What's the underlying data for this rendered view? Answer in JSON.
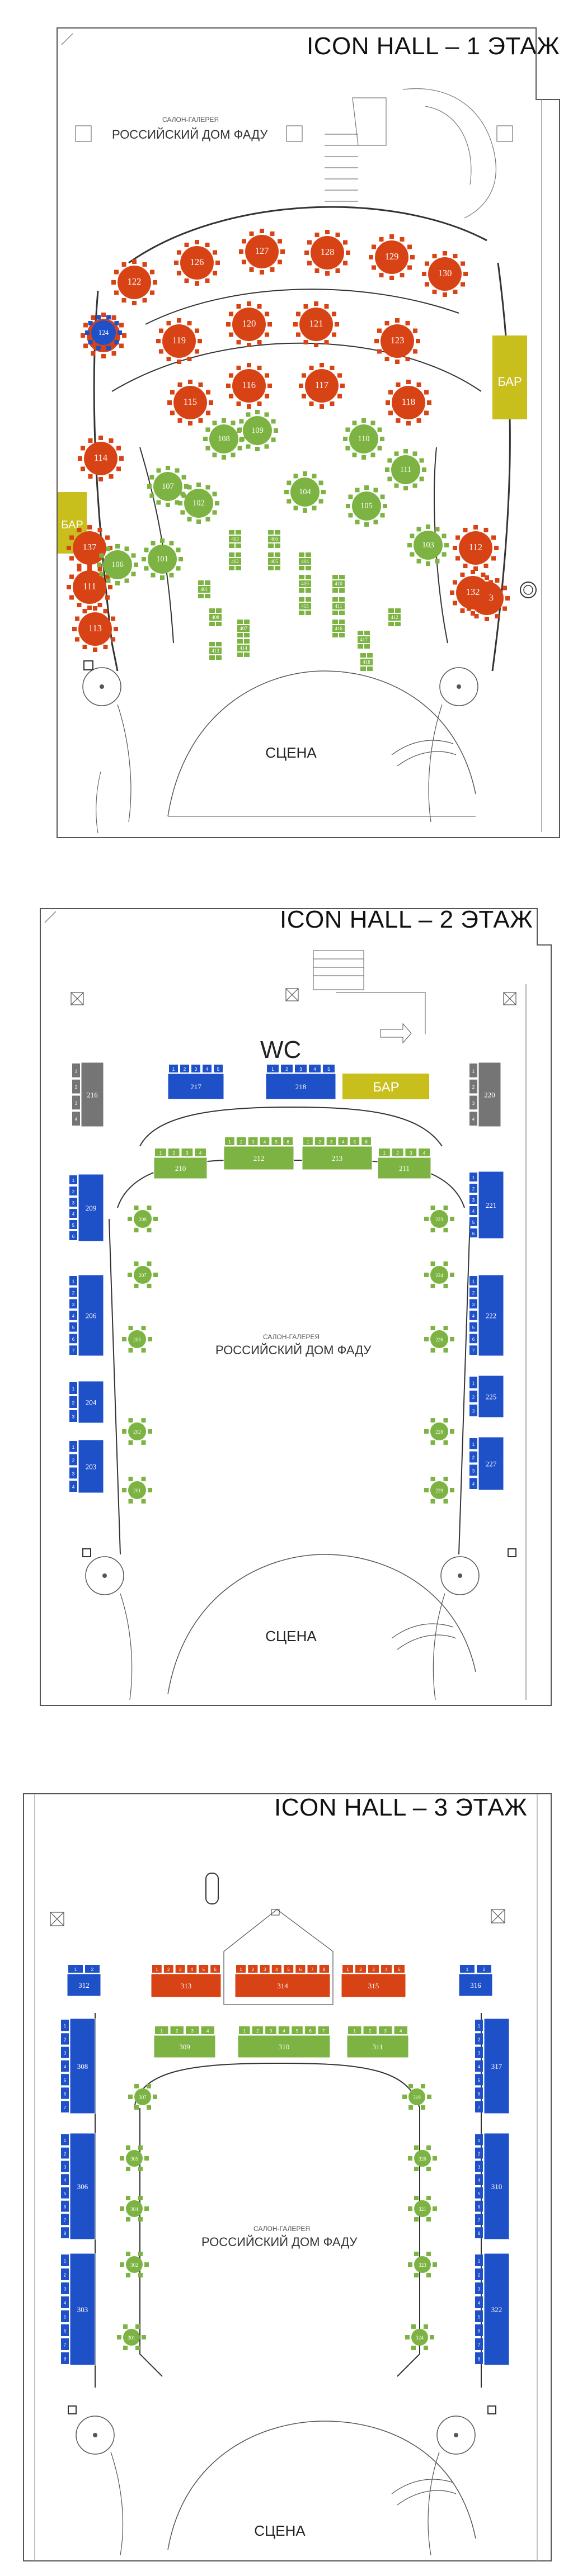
{
  "floors": [
    {
      "title": "ICON HALL – 1 ЭТАЖ",
      "stage": "СЦЕНА",
      "bar_labels": [
        "БАР",
        "БАР"
      ],
      "logo": {
        "small": "САЛОН-ГАЛЕРЕЯ",
        "main": "РОССИЙСКИЙ ДОМ ФАДУ"
      },
      "red_tables": [
        "122",
        "126",
        "127",
        "128",
        "129",
        "130",
        "119",
        "120",
        "121",
        "123",
        "124",
        "115",
        "116",
        "117",
        "118",
        "114",
        "112",
        "113",
        "111",
        "137",
        "132",
        "113"
      ],
      "blue_tables": [
        "124"
      ],
      "green_tables": [
        "108",
        "109",
        "110",
        "107",
        "104",
        "105",
        "106",
        "103",
        "102",
        "101",
        "111"
      ],
      "small_tables": [
        "403",
        "402",
        "401",
        "406",
        "405",
        "404",
        "409",
        "408",
        "407",
        "410",
        "411",
        "412",
        "413",
        "414",
        "415",
        "416",
        "417",
        "418"
      ]
    },
    {
      "title": "ICON HALL – 2 ЭТАЖ",
      "stage": "СЦЕНА",
      "wc": "WC",
      "bar": "БАР",
      "logo": {
        "small": "САЛОН-ГАЛЕРЕЯ",
        "main": "РОССИЙСКИЙ ДОМ ФАДУ"
      },
      "blue_boxes": [
        "217",
        "218",
        "209",
        "206",
        "204",
        "203",
        "221",
        "222",
        "225",
        "227"
      ],
      "gray_boxes": [
        "216",
        "220"
      ],
      "green_boxes": [
        "212",
        "213",
        "210",
        "211"
      ],
      "green_tables": [
        "208",
        "207",
        "205",
        "202",
        "201",
        "223",
        "224",
        "226",
        "228",
        "229"
      ]
    },
    {
      "title": "ICON HALL – 3 ЭТАЖ",
      "stage": "СЦЕНА",
      "logo": {
        "small": "САЛОН-ГАЛЕРЕЯ",
        "main": "РОССИЙСКИЙ ДОМ ФАДУ"
      },
      "red_boxes": [
        "313",
        "314",
        "315"
      ],
      "blue_boxes": [
        "312",
        "308",
        "306",
        "303",
        "316",
        "317",
        "310",
        "322"
      ],
      "green_boxes": [
        "309",
        "310",
        "311"
      ],
      "green_tables": [
        "307",
        "305",
        "304",
        "302",
        "301",
        "319",
        "320",
        "321",
        "323",
        "324"
      ]
    }
  ]
}
